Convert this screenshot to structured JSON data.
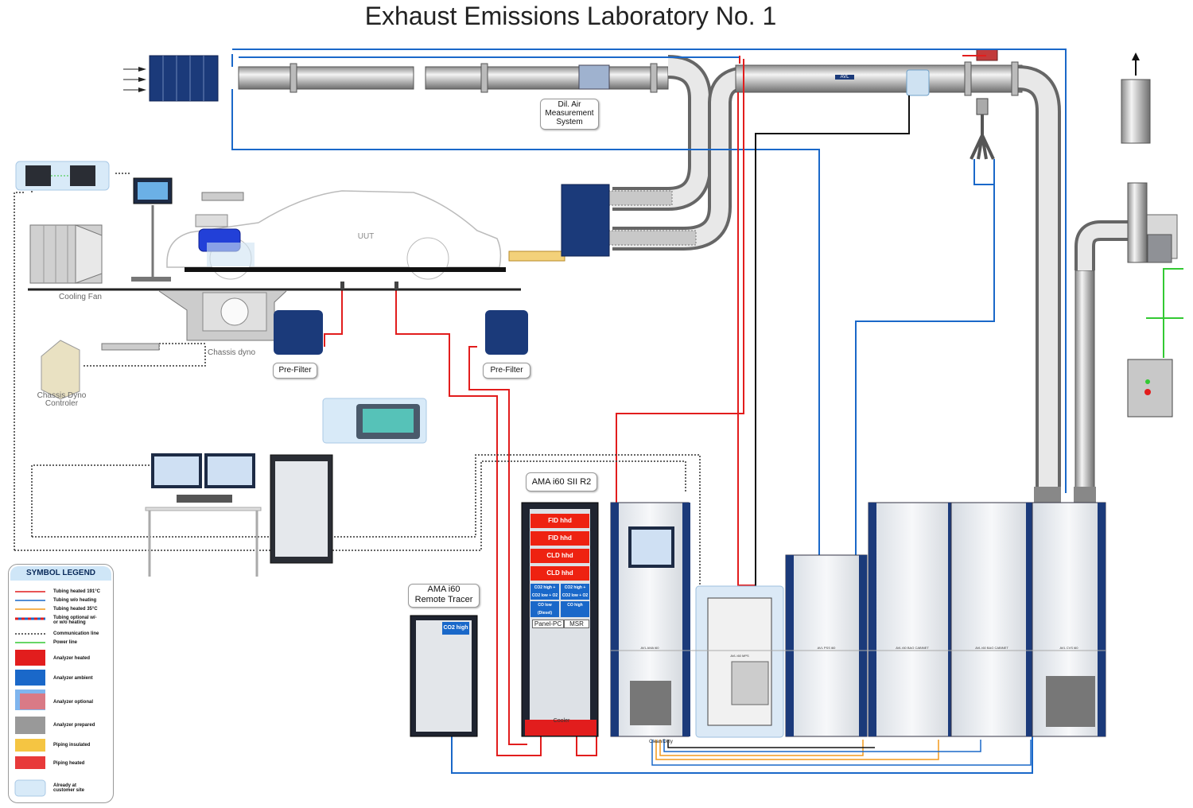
{
  "title": "Exhaust Emissions Laboratory No. 1",
  "labels": {
    "dil_air": "Dil. Air\nMeasurement\nSystem",
    "uut": "UUT",
    "cooling_fan": "Cooling Fan",
    "chassis_dyno": "Chassis dyno",
    "prefilter1": "Pre-Filter",
    "prefilter2": "Pre-Filter",
    "chassis_dyno_controller": "Chassis Dyno\nControler",
    "ama_sii": "AMA i60 SII R2",
    "ama_tracer": "AMA i60\nRemote Tracer",
    "clean_dirty": "Clean/Dirty",
    "avl": "AVL",
    "cooler": "Cooler"
  },
  "rack_modules": [
    {
      "label": "FID hhd",
      "kind": "heated"
    },
    {
      "label": "FID hhd",
      "kind": "heated"
    },
    {
      "label": "CLD hhd",
      "kind": "heated"
    },
    {
      "label": "CLD hhd",
      "kind": "heated"
    }
  ],
  "rack_blue_modules": [
    "CO2 high + CO2 low + O2",
    "CO2 high + CO2 low + O2",
    "CO low (Diesel)",
    "CO high"
  ],
  "rack_text": [
    "Panel-PC",
    "MSR"
  ],
  "tracer_module": "CO2 high",
  "cabinets": [
    "AVL AMA i60",
    "AVL i60 MPS",
    "AVL PSS i60",
    "AVL i60 BAG CABINET",
    "AVL i60 BAG CABINET",
    "AVL CVS i60"
  ],
  "legend": {
    "title": "SYMBOL LEGEND",
    "items": [
      "Tubing heated 191°C",
      "Tubing w/o heating",
      "Tubing heated 35°C",
      "Tubing optional w/- or w/o heating",
      "Communication line",
      "Power line",
      "Analyzer heated",
      "Analyzer ambient",
      "Analyzer optional",
      "Analyzer prepared",
      "Piping insulated",
      "Piping heated",
      "Already at customer site"
    ]
  },
  "colors": {
    "heated": "#e21d1d",
    "ambient": "#1a68c9",
    "heated35": "#f39a1c",
    "power": "#33c933",
    "comm": "#333333",
    "avl_blue": "#1b3a7a"
  }
}
